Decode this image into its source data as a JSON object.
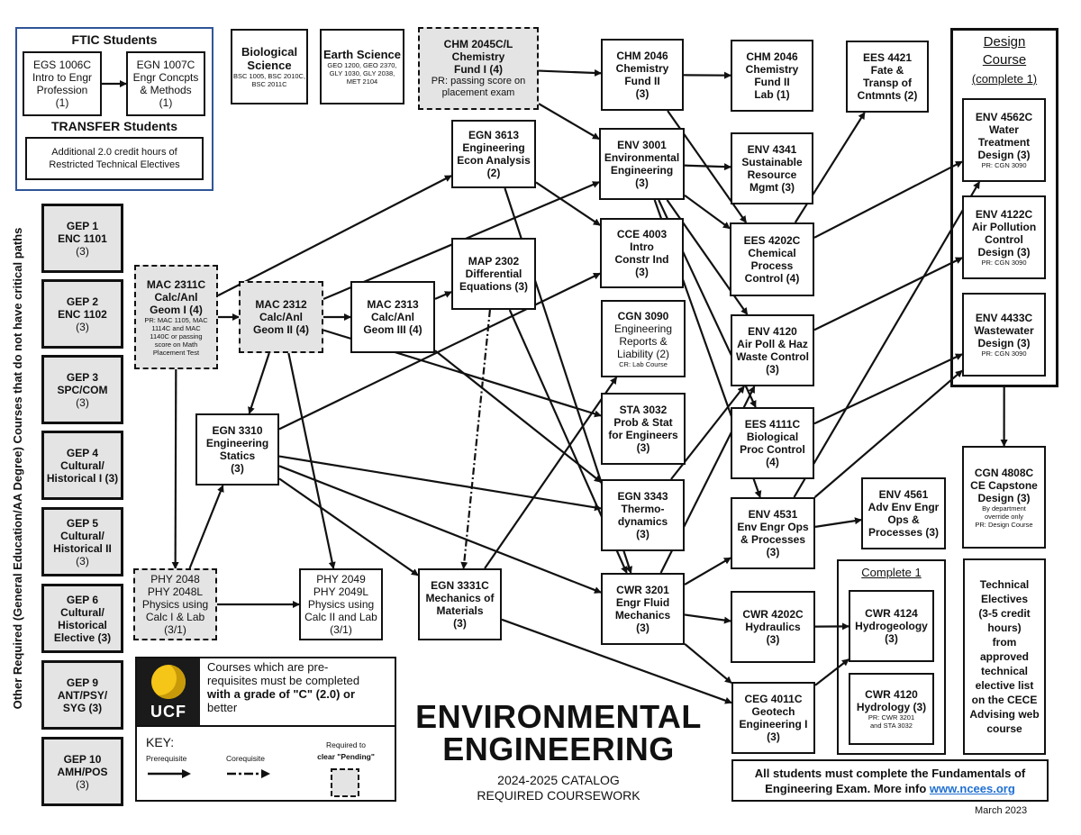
{
  "title": {
    "line1": "ENVIRONMENTAL",
    "line2": "ENGINEERING",
    "catalog": "2024-2025  CATALOG",
    "subtitle": "REQUIRED COURSEWORK"
  },
  "ftic": {
    "header": "FTIC Students",
    "course1": [
      "EGS 1006C",
      "Intro to Engr",
      "Profession",
      "(1)"
    ],
    "course2": [
      "EGN 1007C",
      "Engr Concpts",
      "& Methods",
      "(1)"
    ],
    "transfer_header": "TRANSFER Students",
    "transfer_note": [
      "Additional 2.0 credit hours of",
      "Restricted Technical Electives"
    ]
  },
  "science": {
    "bio": {
      "title": [
        "Biological",
        "Science"
      ],
      "note": [
        "BSC 1005, BSC 2010C,",
        "BSC 2011C"
      ]
    },
    "earth": {
      "title": [
        "Earth Science"
      ],
      "note": [
        "GEO 1200, GEO 2370,",
        "GLY 1030, GLY 2038,",
        "MET 2104"
      ]
    }
  },
  "gen_ed_label": "Other Required (General Education/AA Degree) Courses that do not have critical paths",
  "gen_ed": [
    [
      "GEP 1",
      "ENC 1101",
      "(3)"
    ],
    [
      "GEP 2",
      "ENC 1102",
      "(3)"
    ],
    [
      "GEP 3",
      "SPC/COM",
      "(3)"
    ],
    [
      "GEP 4",
      "Cultural/",
      "Historical I  (3)"
    ],
    [
      "GEP 5",
      "Cultural/",
      "Historical II",
      "(3)"
    ],
    [
      "GEP 6",
      "Cultural/",
      "Historical",
      "Elective (3)"
    ],
    [
      "GEP 9",
      "ANT/PSY/",
      "SYG (3)"
    ],
    [
      "GEP 10",
      "AMH/POS",
      "(3)"
    ]
  ],
  "courses": {
    "chm2045": {
      "lines": [
        "CHM 2045C/L",
        "Chemistry",
        "Fund I (4)"
      ],
      "note": [
        "PR: passing score on",
        "placement exam"
      ]
    },
    "chm2046": {
      "lines": [
        "CHM 2046",
        "Chemistry",
        "Fund II",
        "(3)"
      ]
    },
    "chm2046l": {
      "lines": [
        "CHM 2046",
        "Chemistry",
        "Fund II",
        "Lab (1)"
      ]
    },
    "ees4421": {
      "lines": [
        "EES 4421",
        "Fate &",
        "Transp of",
        "Cntmnts (2)"
      ]
    },
    "egn3613": {
      "lines": [
        "EGN 3613",
        "Engineering",
        "Econ Analysis",
        "(2)"
      ]
    },
    "env3001": {
      "lines": [
        "ENV 3001",
        "Environmental",
        "Engineering",
        "(3)"
      ]
    },
    "env4341": {
      "lines": [
        "ENV 4341",
        "Sustainable",
        "Resource",
        "Mgmt (3)"
      ]
    },
    "cce4003": {
      "lines": [
        "CCE 4003",
        "Intro",
        "Constr Ind",
        "(3)"
      ]
    },
    "ees4202c": {
      "lines": [
        "EES 4202C",
        "Chemical",
        "Process",
        "Control (4)"
      ]
    },
    "mac2311c": {
      "lines": [
        "MAC 2311C",
        "Calc/Anl",
        "Geom I (4)"
      ],
      "note": [
        "PR:  MAC 1105, MAC",
        "1114C and MAC",
        "1140C or passing",
        "score on Math",
        "Placement Test"
      ]
    },
    "mac2312": {
      "lines": [
        "MAC 2312",
        "Calc/Anl",
        "Geom II (4)"
      ]
    },
    "mac2313": {
      "lines": [
        "MAC 2313",
        "Calc/Anl",
        "Geom III (4)"
      ]
    },
    "map2302": {
      "lines": [
        "MAP 2302",
        "Differential",
        "Equations (3)"
      ]
    },
    "cgn3090": {
      "lines": [
        "CGN 3090",
        "Engineering",
        "Reports &",
        "Liability (2)"
      ],
      "note": [
        "CR:  Lab Course"
      ]
    },
    "env4120": {
      "lines": [
        "ENV 4120",
        "Air Poll & Haz",
        "Waste Control",
        "(3)"
      ]
    },
    "sta3032": {
      "lines": [
        "STA 3032",
        "Prob & Stat",
        "for Engineers",
        "(3)"
      ]
    },
    "ees4111c": {
      "lines": [
        "EES 4111C",
        "Biological",
        "Proc Control",
        "(4)"
      ]
    },
    "egn3310": {
      "lines": [
        "EGN 3310",
        "Engineering",
        "Statics",
        "(3)"
      ]
    },
    "egn3343": {
      "lines": [
        "EGN 3343",
        "Thermo-",
        "dynamics",
        "(3)"
      ]
    },
    "env4531": {
      "lines": [
        "ENV 4531",
        "Env Engr Ops",
        "& Processes",
        "(3)"
      ]
    },
    "env4561": {
      "lines": [
        "ENV 4561",
        "Adv Env Engr",
        "Ops &",
        "Processes (3)"
      ]
    },
    "phy2048": {
      "lines": [
        "PHY 2048",
        "PHY 2048L",
        "Physics using",
        "Calc I & Lab",
        "(3/1)"
      ]
    },
    "phy2049": {
      "lines": [
        "PHY 2049",
        "PHY 2049L",
        "Physics using",
        "Calc II and Lab",
        "(3/1)"
      ]
    },
    "egn3331c": {
      "lines": [
        "EGN 3331C",
        "Mechanics of",
        "Materials",
        "(3)"
      ]
    },
    "cwr3201": {
      "lines": [
        "CWR 3201",
        "Engr Fluid",
        "Mechanics",
        "(3)"
      ]
    },
    "cwr4202c": {
      "lines": [
        "CWR 4202C",
        "Hydraulics",
        "(3)"
      ]
    },
    "ceg4011c": {
      "lines": [
        "CEG 4011C",
        "Geotech",
        "Engineering I",
        "(3)"
      ]
    },
    "cwr4124": {
      "lines": [
        "CWR 4124",
        "Hydrogeology",
        "(3)"
      ]
    },
    "cwr4120": {
      "lines": [
        "CWR 4120",
        "Hydrology (3)"
      ],
      "note": [
        "PR: CWR 3201",
        "and STA  3032"
      ]
    },
    "env4562c": {
      "lines": [
        "ENV 4562C",
        "Water",
        "Treatment",
        "Design (3)"
      ],
      "note": [
        "PR: CGN 3090"
      ]
    },
    "env4122c": {
      "lines": [
        "ENV 4122C",
        "Air Pollution",
        "Control",
        "Design (3)"
      ],
      "note": [
        "PR: CGN 3090"
      ]
    },
    "env4433c": {
      "lines": [
        "ENV 4433C",
        "Wastewater",
        "Design (3)"
      ],
      "note": [
        "PR:  CGN 3090"
      ]
    },
    "cgn4808c": {
      "lines": [
        "CGN 4808C",
        "CE Capstone",
        "Design (3)"
      ],
      "note": [
        "By department",
        "override only",
        "PR: Design Course"
      ]
    },
    "tech_electives": {
      "lines": [
        "Technical",
        "Electives",
        "(3-5 credit",
        "hours)",
        "from",
        "approved",
        "technical",
        "elective list",
        "on the CECE",
        "Advising web",
        "course"
      ]
    }
  },
  "design_group": {
    "title1": "Design",
    "title2": "Course",
    "title3": "(complete 1)"
  },
  "complete1_group": {
    "title": "Complete 1"
  },
  "key": {
    "grade_note": [
      "Courses which are pre-",
      "requisites must be completed",
      "with a grade of \"C\" (2.0) or",
      "better"
    ],
    "logo_text": "UCF",
    "title": "KEY:",
    "prereq": "Prerequisite",
    "coreq": "Corequisite",
    "pending1": "Required to",
    "pending2": "clear \"Pending\""
  },
  "fe_exam": {
    "line1": "All students must complete the Fundamentals of",
    "line2": "Engineering Exam. More info ",
    "link": "www.ncees.org"
  },
  "date": "March 2023",
  "edges": [
    {
      "from": "egs1006",
      "to": "egn1007",
      "type": "prereq"
    },
    {
      "from": "chm2045",
      "to": "chm2046",
      "type": "prereq"
    },
    {
      "from": "chm2045",
      "to": "env3001",
      "type": "prereq"
    },
    {
      "from": "chm2046",
      "to": "chm2046l",
      "type": "prereq"
    },
    {
      "from": "chm2046",
      "to": "ees4202c",
      "type": "prereq"
    },
    {
      "from": "env3001",
      "to": "env4341",
      "type": "prereq"
    },
    {
      "from": "env3001",
      "to": "ees4202c",
      "type": "prereq"
    },
    {
      "from": "env3001",
      "to": "env4120",
      "type": "prereq"
    },
    {
      "from": "env3001",
      "to": "ees4111c",
      "type": "prereq"
    },
    {
      "from": "env3001",
      "to": "env4531",
      "type": "prereq"
    },
    {
      "from": "ees4202c",
      "to": "ees4421",
      "type": "prereq"
    },
    {
      "from": "ees4202c",
      "to": "env4562c",
      "type": "prereq"
    },
    {
      "from": "mac2311c",
      "to": "egn3613",
      "type": "prereq"
    },
    {
      "from": "mac2311c",
      "to": "mac2312",
      "type": "prereq"
    },
    {
      "from": "mac2311c",
      "to": "phy2048",
      "type": "prereq"
    },
    {
      "from": "mac2312",
      "to": "mac2313",
      "type": "prereq"
    },
    {
      "from": "mac2312",
      "to": "env3001",
      "type": "prereq"
    },
    {
      "from": "mac2312",
      "to": "egn3310",
      "type": "prereq"
    },
    {
      "from": "mac2312",
      "to": "sta3032",
      "type": "prereq"
    },
    {
      "from": "mac2312",
      "to": "phy2049",
      "type": "prereq"
    },
    {
      "from": "mac2313",
      "to": "map2302",
      "type": "prereq"
    },
    {
      "from": "mac2313",
      "to": "egn3343",
      "type": "prereq"
    },
    {
      "from": "egn3613",
      "to": "cce4003",
      "type": "prereq"
    },
    {
      "from": "egn3613",
      "to": "cwr3201",
      "type": "prereq"
    },
    {
      "from": "map2302",
      "to": "egn3331c",
      "type": "coreq"
    },
    {
      "from": "map2302",
      "to": "cwr3201",
      "type": "prereq"
    },
    {
      "from": "phy2048",
      "to": "egn3310",
      "type": "prereq"
    },
    {
      "from": "phy2048",
      "to": "phy2049",
      "type": "prereq"
    },
    {
      "from": "egn3310",
      "to": "cce4003",
      "type": "prereq"
    },
    {
      "from": "egn3310",
      "to": "egn3343",
      "type": "prereq"
    },
    {
      "from": "egn3310",
      "to": "egn3331c",
      "type": "prereq"
    },
    {
      "from": "egn3310",
      "to": "cwr3201",
      "type": "prereq"
    },
    {
      "from": "egn3331c",
      "to": "cgn3090",
      "type": "prereq"
    },
    {
      "from": "egn3331c",
      "to": "ceg4011c",
      "type": "prereq"
    },
    {
      "from": "egn3343",
      "to": "env4120",
      "type": "prereq"
    },
    {
      "from": "cwr3201",
      "to": "env4120",
      "type": "prereq"
    },
    {
      "from": "cwr3201",
      "to": "env4531",
      "type": "prereq"
    },
    {
      "from": "cwr3201",
      "to": "cwr4202c",
      "type": "prereq"
    },
    {
      "from": "cwr3201",
      "to": "ceg4011c",
      "type": "prereq"
    },
    {
      "from": "cwr4202c",
      "to": "cwr4124",
      "type": "prereq"
    },
    {
      "from": "ceg4011c",
      "to": "cwr4124",
      "type": "prereq"
    },
    {
      "from": "env4120",
      "to": "env4122c",
      "type": "prereq"
    },
    {
      "from": "ees4111c",
      "to": "env4433c",
      "type": "prereq"
    },
    {
      "from": "env4531",
      "to": "env4561",
      "type": "prereq"
    },
    {
      "from": "env4531",
      "to": "env4562c",
      "type": "prereq"
    },
    {
      "from": "env4531",
      "to": "env4433c",
      "type": "prereq"
    },
    {
      "from": "design_group",
      "to": "cgn4808c",
      "type": "prereq"
    }
  ]
}
